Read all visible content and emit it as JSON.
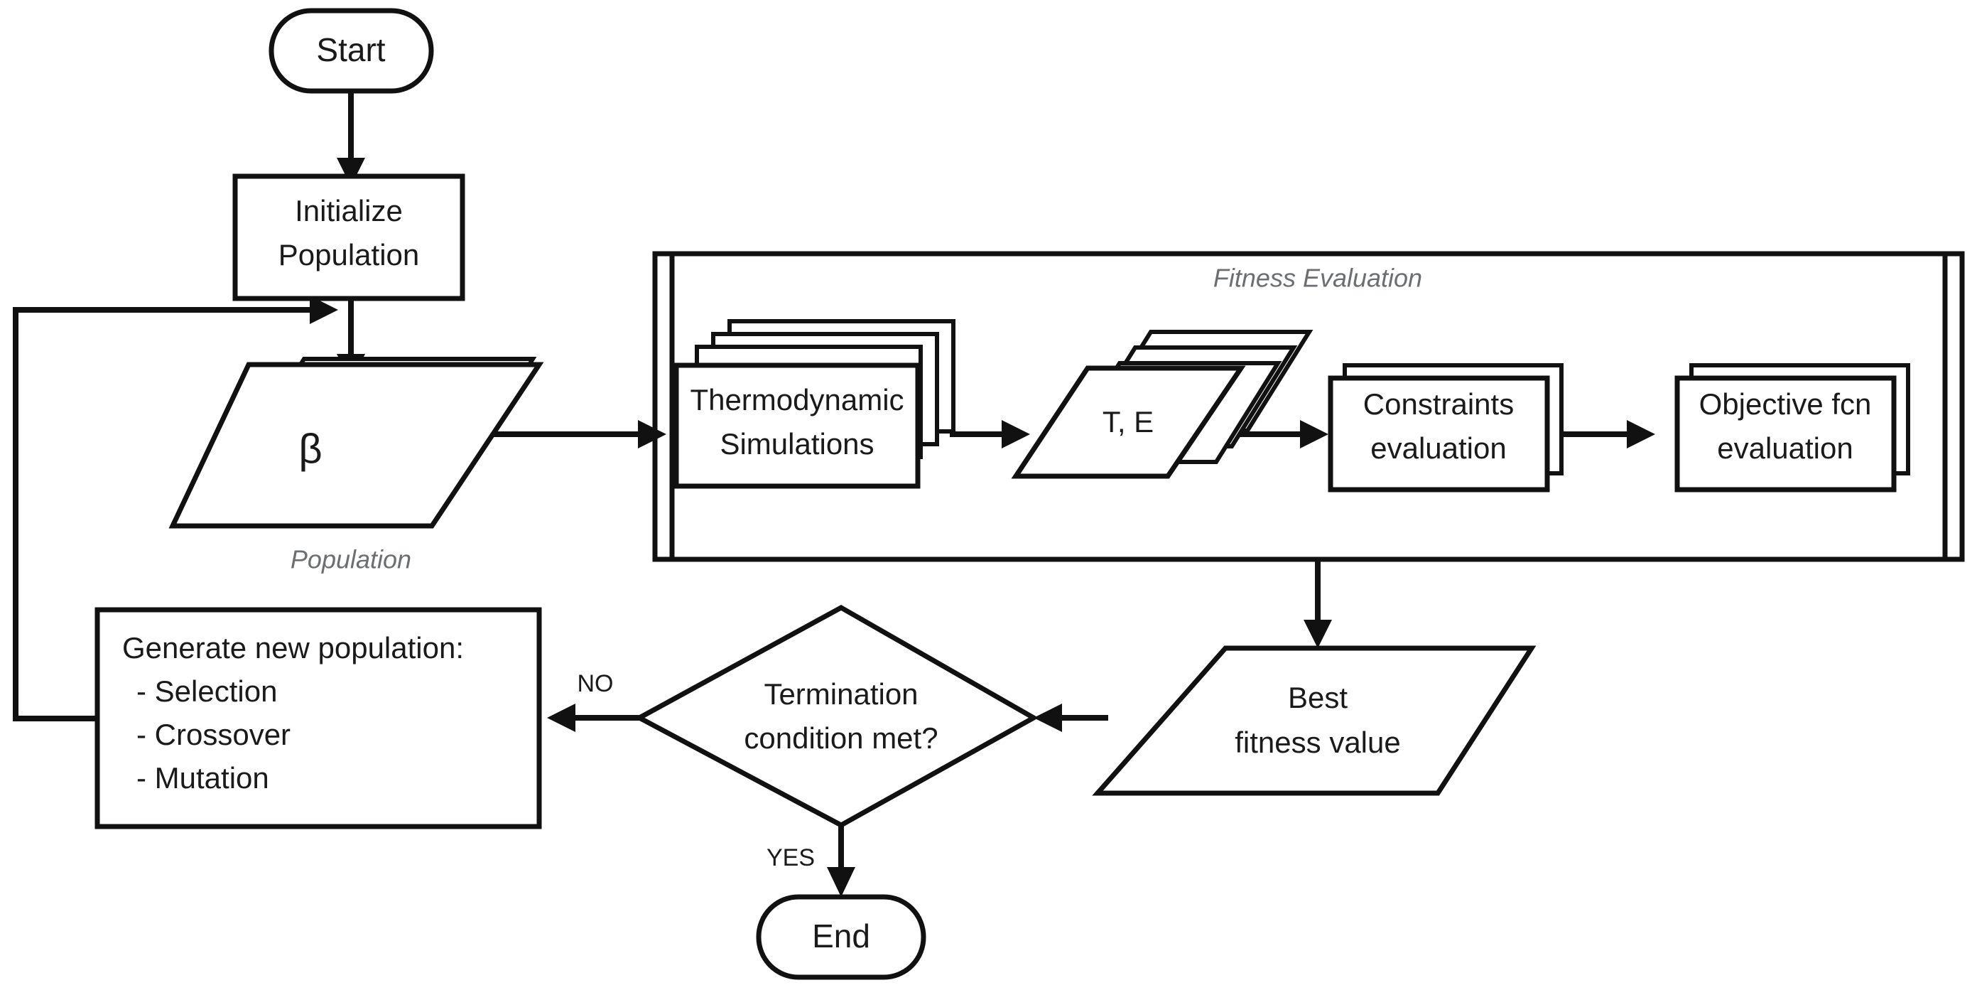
{
  "diagram": {
    "title": "Genetic algorithm optimization flowchart",
    "type": "flowchart",
    "colors": {
      "stroke": "#111111",
      "fill": "#ffffff",
      "caption": "#6b6f72",
      "text": "#1a1a1a"
    },
    "nodes": {
      "start": {
        "label": "Start",
        "shape": "terminator"
      },
      "initialize": {
        "label_line1": "Initialize",
        "label_line2": "Population",
        "shape": "process"
      },
      "population": {
        "label": "β",
        "caption": "Population",
        "shape": "data-stack",
        "stack_count": 5
      },
      "fitness_group": {
        "caption": "Fitness Evaluation",
        "shape": "group-double-border"
      },
      "thermo": {
        "label_line1": "Thermodynamic",
        "label_line2": "Simulations",
        "shape": "process-stack",
        "stack_count": 4
      },
      "te": {
        "label": "T, E",
        "shape": "data-stack",
        "stack_count": 4
      },
      "constraints": {
        "label_line1": "Constraints",
        "label_line2": "evaluation",
        "shape": "process-stack",
        "stack_count": 2
      },
      "objective": {
        "label_line1": "Objective fcn",
        "label_line2": "evaluation",
        "shape": "process-stack",
        "stack_count": 2
      },
      "best_fitness": {
        "label_line1": "Best",
        "label_line2": "fitness value",
        "shape": "data"
      },
      "termination": {
        "label_line1": "Termination",
        "label_line2": "condition met?",
        "shape": "decision"
      },
      "generate": {
        "title": "Generate new population:",
        "items": [
          "- Selection",
          "- Crossover",
          "- Mutation"
        ],
        "shape": "process"
      },
      "end": {
        "label": "End",
        "shape": "terminator"
      }
    },
    "edge_labels": {
      "no": "NO",
      "yes": "YES"
    },
    "edges": [
      {
        "from": "start",
        "to": "initialize",
        "label": ""
      },
      {
        "from": "initialize",
        "to": "population",
        "label": ""
      },
      {
        "from": "population",
        "to": "thermo",
        "label": ""
      },
      {
        "from": "thermo",
        "to": "te",
        "label": ""
      },
      {
        "from": "te",
        "to": "constraints",
        "label": ""
      },
      {
        "from": "constraints",
        "to": "objective",
        "label": ""
      },
      {
        "from": "fitness_group",
        "to": "best_fitness",
        "label": ""
      },
      {
        "from": "best_fitness",
        "to": "termination",
        "label": ""
      },
      {
        "from": "termination",
        "to": "generate",
        "label": "NO"
      },
      {
        "from": "termination",
        "to": "end",
        "label": "YES"
      },
      {
        "from": "generate",
        "to": "population",
        "label": ""
      }
    ]
  }
}
